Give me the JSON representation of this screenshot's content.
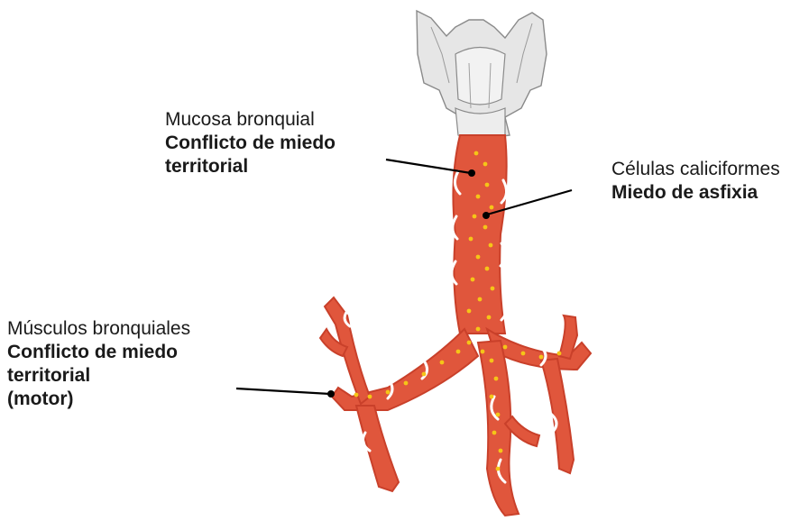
{
  "labels": {
    "mucosa": {
      "name": "Mucosa bronquial",
      "conflict_line1": "Conflicto de miedo",
      "conflict_line2": "territorial"
    },
    "caliciformes": {
      "name": "Células caliciformes",
      "conflict_line1": "Miedo de asfixia"
    },
    "musculos": {
      "name": "Músculos bronquiales",
      "conflict_line1": "Conflicto de miedo",
      "conflict_line2": "territorial",
      "conflict_line3": "(motor)"
    }
  },
  "colors": {
    "bronchi_fill": "#e0563c",
    "bronchi_shade": "#c9402a",
    "dots": "#f5c518",
    "rings": "#ffffff",
    "larynx": "#e8e8e8",
    "leader_lines": "#000000"
  },
  "icons": [
    "larynx-illustration",
    "trachea-illustration",
    "bronchi-illustration"
  ]
}
